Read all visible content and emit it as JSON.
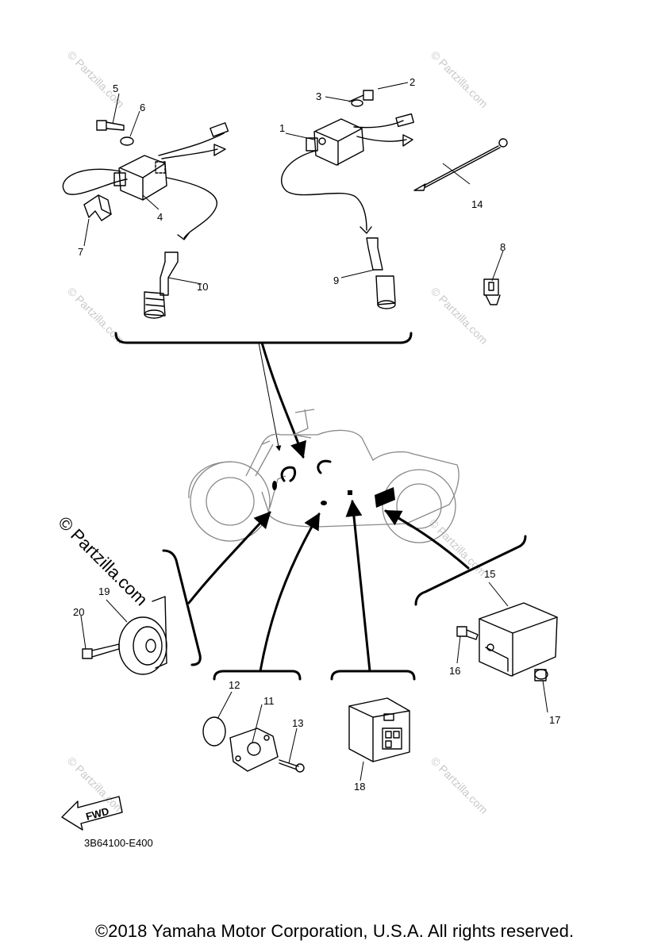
{
  "diagram": {
    "code": "3B64100-E400",
    "fwd_label": "FWD",
    "watermark": "© Partzilla.com",
    "callouts": [
      "1",
      "2",
      "3",
      "4",
      "5",
      "6",
      "7",
      "8",
      "9",
      "10",
      "11",
      "12",
      "13",
      "14",
      "15",
      "16",
      "17",
      "18",
      "19",
      "20"
    ]
  },
  "footer": {
    "copyright": "©2018 Yamaha Motor Corporation, U.S.A. All rights reserved."
  }
}
